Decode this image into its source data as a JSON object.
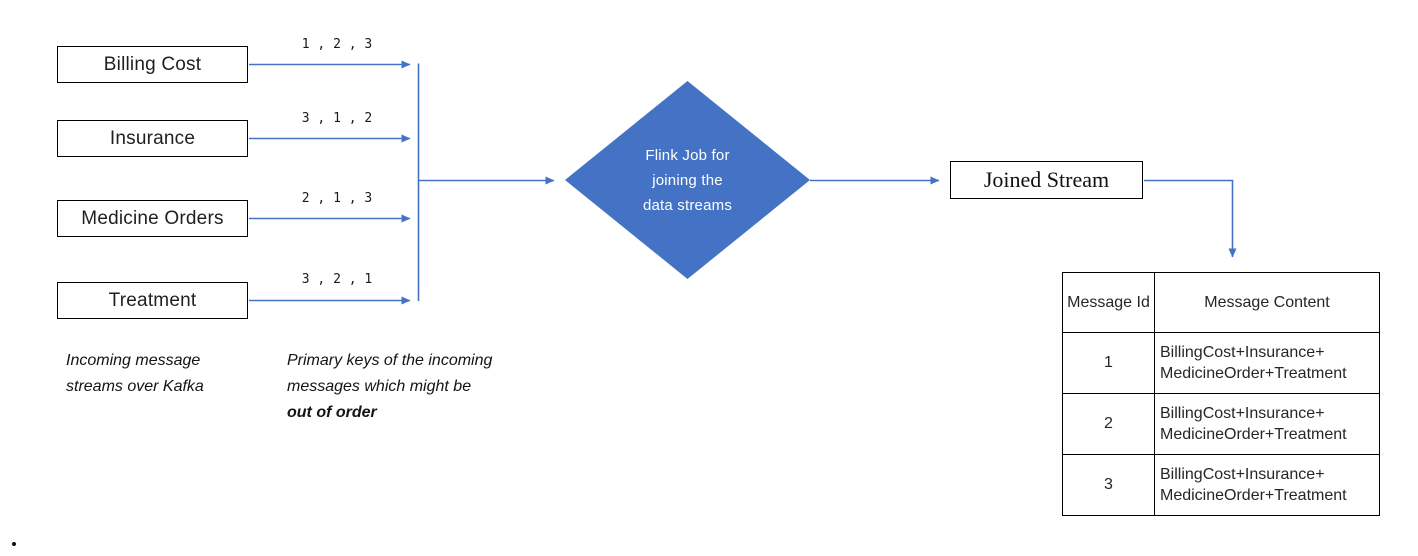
{
  "colors": {
    "accent": "#4472C4",
    "diamond_fill": "#4472C4",
    "diamond_text": "#FFFFFF",
    "box_border": "#000000",
    "text": "#1F1F1F"
  },
  "sources": [
    {
      "label": "Billing Cost",
      "keys": "1 , 2 , 3"
    },
    {
      "label": "Insurance",
      "keys": "3 , 1 , 2"
    },
    {
      "label": "Medicine Orders",
      "keys": "2 , 1 , 3"
    },
    {
      "label": "Treatment",
      "keys": "3 , 2 , 1"
    }
  ],
  "processor": {
    "lines": [
      "Flink Job for",
      "joining the",
      "data streams"
    ]
  },
  "output_box": {
    "label": "Joined Stream"
  },
  "captions": {
    "left": "Incoming message streams over Kafka",
    "right_prefix": "Primary keys of the incoming messages which might be ",
    "right_bold": "out of order"
  },
  "result_table": {
    "headers": [
      "Message Id",
      "Message Content"
    ],
    "rows": [
      {
        "id": "1",
        "content": [
          "BillingCost+Insurance+",
          "MedicineOrder+Treatment"
        ]
      },
      {
        "id": "2",
        "content": [
          "BillingCost+Insurance+",
          "MedicineOrder+Treatment"
        ]
      },
      {
        "id": "3",
        "content": [
          "BillingCost+Insurance+",
          "MedicineOrder+Treatment"
        ]
      }
    ]
  },
  "footnote": "."
}
